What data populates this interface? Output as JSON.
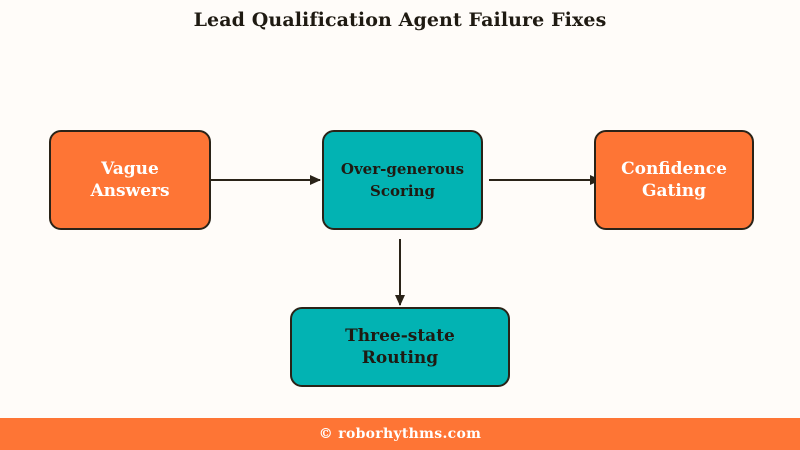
{
  "title": "Lead Qualification Agent Failure Fixes",
  "nodes": {
    "vague_answers": {
      "label": "Vague Answers"
    },
    "over_generous_scoring": {
      "label": "Over-generous Scoring"
    },
    "confidence_gating": {
      "label": "Confidence Gating"
    },
    "three_state_routing": {
      "label": "Three-state Routing"
    }
  },
  "edges": [
    {
      "from": "vague_answers",
      "to": "over_generous_scoring"
    },
    {
      "from": "over_generous_scoring",
      "to": "confidence_gating"
    },
    {
      "from": "over_generous_scoring",
      "to": "three_state_routing"
    }
  ],
  "colors": {
    "accent_orange": "#fe7535",
    "accent_teal": "#02b3b3",
    "outline": "#2a2318",
    "background": "#fffcf9"
  },
  "footer": {
    "text": "© roborhythms.com"
  }
}
